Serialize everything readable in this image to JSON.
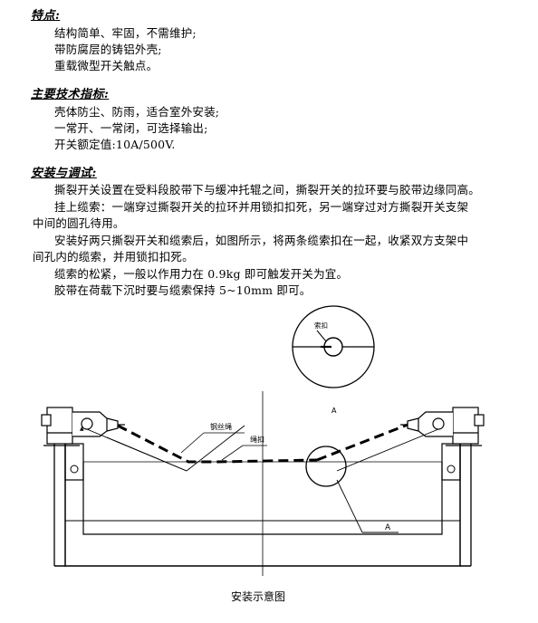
{
  "features": {
    "heading": "特点:",
    "lines": [
      "结构简单、牢固，不需维护;",
      "带防腐层的铸铝外壳;",
      "重载微型开关触点。"
    ]
  },
  "specs": {
    "heading": "主要技术指标:",
    "lines": [
      "壳体防尘、防雨，适合室外安装;",
      "一常开、一常闭，可选择输出;",
      "开关额定值:10A/500V."
    ]
  },
  "install": {
    "heading": "安装与调试:",
    "p1": "撕裂开关设置在受料段胶带下与缓冲托辊之间，撕裂开关的拉环要与胶带边缘同高。",
    "p2a": "挂上缆索：一端穿过撕裂开关的拉环并用锁扣扣死，另一端穿过对方撕裂开关支架",
    "p2b": "中间的圆孔待用。",
    "p3a": "安装好两只撕裂开关和缆索后，如图所示，将两条缆索扣在一起，收紧双方支架中",
    "p3b": "间孔内的缆索，并用锁扣扣死。",
    "p4": "缆索的松紧，一般以作用力在 0.9kg 即可触发开关为宜。",
    "p5": "胶带在荷载下沉时要与缆索保持 5~10mm 即可。"
  },
  "diagram": {
    "detail_label": "索扣",
    "detail_letter": "A",
    "wire_label": "钢丝绳",
    "clasp_label": "绳扣",
    "pointer_label": "A",
    "caption": "安装示意图"
  }
}
